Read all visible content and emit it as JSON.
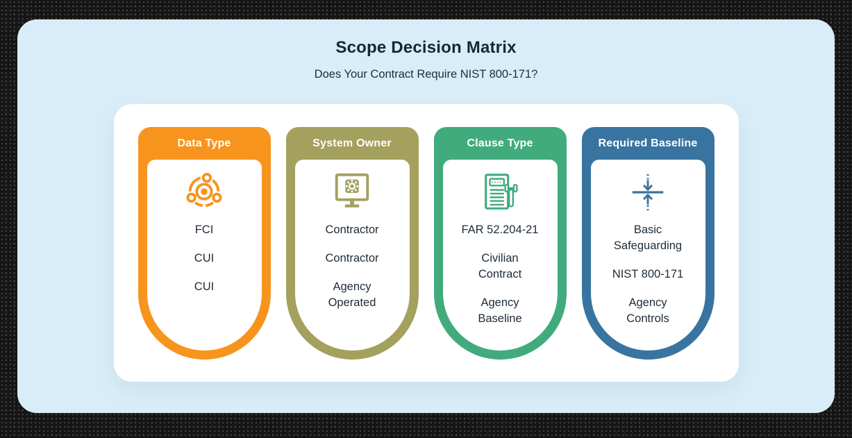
{
  "title": "Scope Decision Matrix",
  "subtitle": "Does Your Contract Require NIST 800-171?",
  "colors": {
    "frame_background": "#151515",
    "panel_background": "#D9EDF8",
    "card_background": "#FFFFFF",
    "title_text": "#14273B",
    "body_text": "#1E2B38",
    "orange": "#F7941E",
    "olive": "#A4A05E",
    "green": "#41AB7D",
    "blue": "#38749F"
  },
  "columns": [
    {
      "id": "data-type",
      "label": "Data Type",
      "color": "#F7941E",
      "icon": "orbit-data-icon",
      "items": [
        "FCI",
        "CUI",
        "CUI"
      ]
    },
    {
      "id": "system-owner",
      "label": "System Owner",
      "color": "#A4A05E",
      "icon": "monitor-gear-icon",
      "items": [
        "Contractor",
        "Contractor",
        "Agency Operated"
      ]
    },
    {
      "id": "clause-type",
      "label": "Clause Type",
      "color": "#41AB7D",
      "icon": "document-gavel-icon",
      "items": [
        "FAR 52.204-21",
        "Civilian Contract",
        "Agency Baseline"
      ]
    },
    {
      "id": "required-baseline",
      "label": "Required Baseline",
      "color": "#38749F",
      "icon": "converge-arrows-icon",
      "items": [
        "Basic Safeguarding",
        "NIST 800-171",
        "Agency Controls"
      ]
    }
  ]
}
